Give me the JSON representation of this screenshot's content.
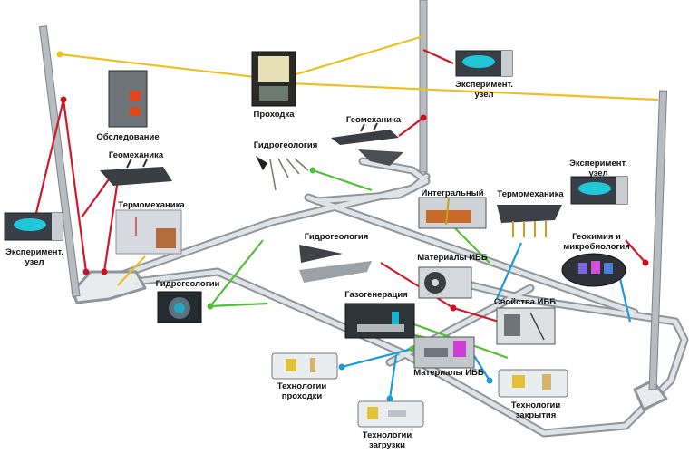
{
  "colors": {
    "tunnel": "#c8ccd0",
    "tunnel_edge": "#8f959b",
    "shaft": "#b7bcc1",
    "yellow": "#f0c020",
    "red": "#d0182a",
    "green": "#55bf3a",
    "blue": "#1b9bd8",
    "node": "#cc1020"
  },
  "labels": {
    "survey": "Обследование",
    "sinking": "Проходка",
    "exp_node_top": "Эксперимент.\nузел",
    "exp_node_left": "Эксперимент.\nузел",
    "exp_node_right": "Эксперимент.\nузел",
    "geomech_left": "Геомеханика",
    "geomech_top": "Геомеханика",
    "hydrogeo_top": "Гидрогеология",
    "hydrogeo_mid": "Гидрогеология",
    "hydrogeo_left": "Гидрогеологии",
    "thermomech_left": "Термомеханика",
    "thermomech_right": "Термомеханика",
    "integral": "Интегральный",
    "geochem": "Геохимия и\nмикробиология",
    "ebb_materials_top": "Материалы ИББ",
    "ebb_materials_bottom": "Материалы ИББ",
    "gas_generation": "Газогенерация",
    "ebb_properties": "Свойства ИББ",
    "tech_sinking": "Технологии\nпроходки",
    "tech_loading": "Технологии\nзагрузки",
    "tech_closure": "Технологии\nзакрытия"
  }
}
